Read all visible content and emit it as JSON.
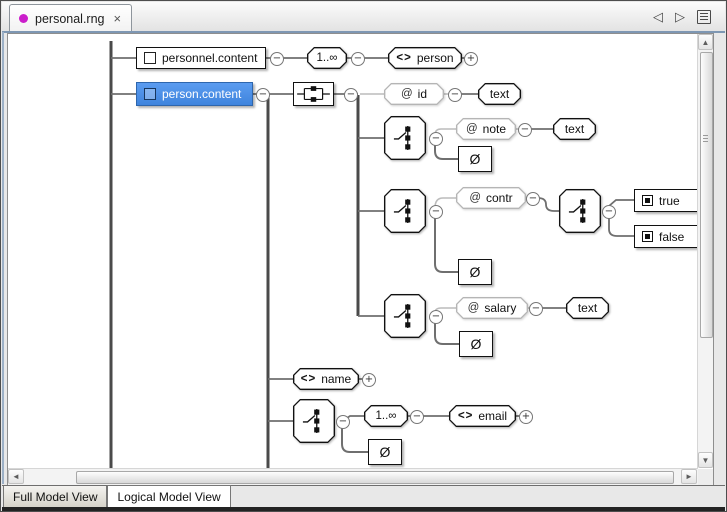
{
  "window": {
    "title_tab": {
      "label": "personal.rng",
      "close": "×"
    }
  },
  "toolbar": {
    "back": "◁",
    "forward": "▷"
  },
  "symbols": {
    "collapse": "−",
    "expand": "+",
    "empty": "Ø",
    "attribute": "@",
    "element": "<>"
  },
  "diagram": {
    "nodes": {
      "personnel_content": "personnel.content",
      "person_content": "person.content",
      "occurs_person": "1..∞",
      "person": "person",
      "id": "id",
      "id_text": "text",
      "note": "note",
      "note_text": "text",
      "contr": "contr",
      "true_value": "true",
      "false_value": "false",
      "salary": "salary",
      "salary_text": "text",
      "name": "name",
      "occurs_email": "1..∞",
      "email": "email"
    }
  },
  "scrollbars": {
    "up": "▲",
    "down": "▼",
    "left": "◄",
    "right": "►"
  },
  "bottom_tabs": {
    "full_model": "Full Model View",
    "logical_model": "Logical Model View"
  },
  "colors": {
    "selection_fill": "#4a8fe0",
    "accent_line": "#7e97b3",
    "modified_dot": "#cb1ecb"
  }
}
